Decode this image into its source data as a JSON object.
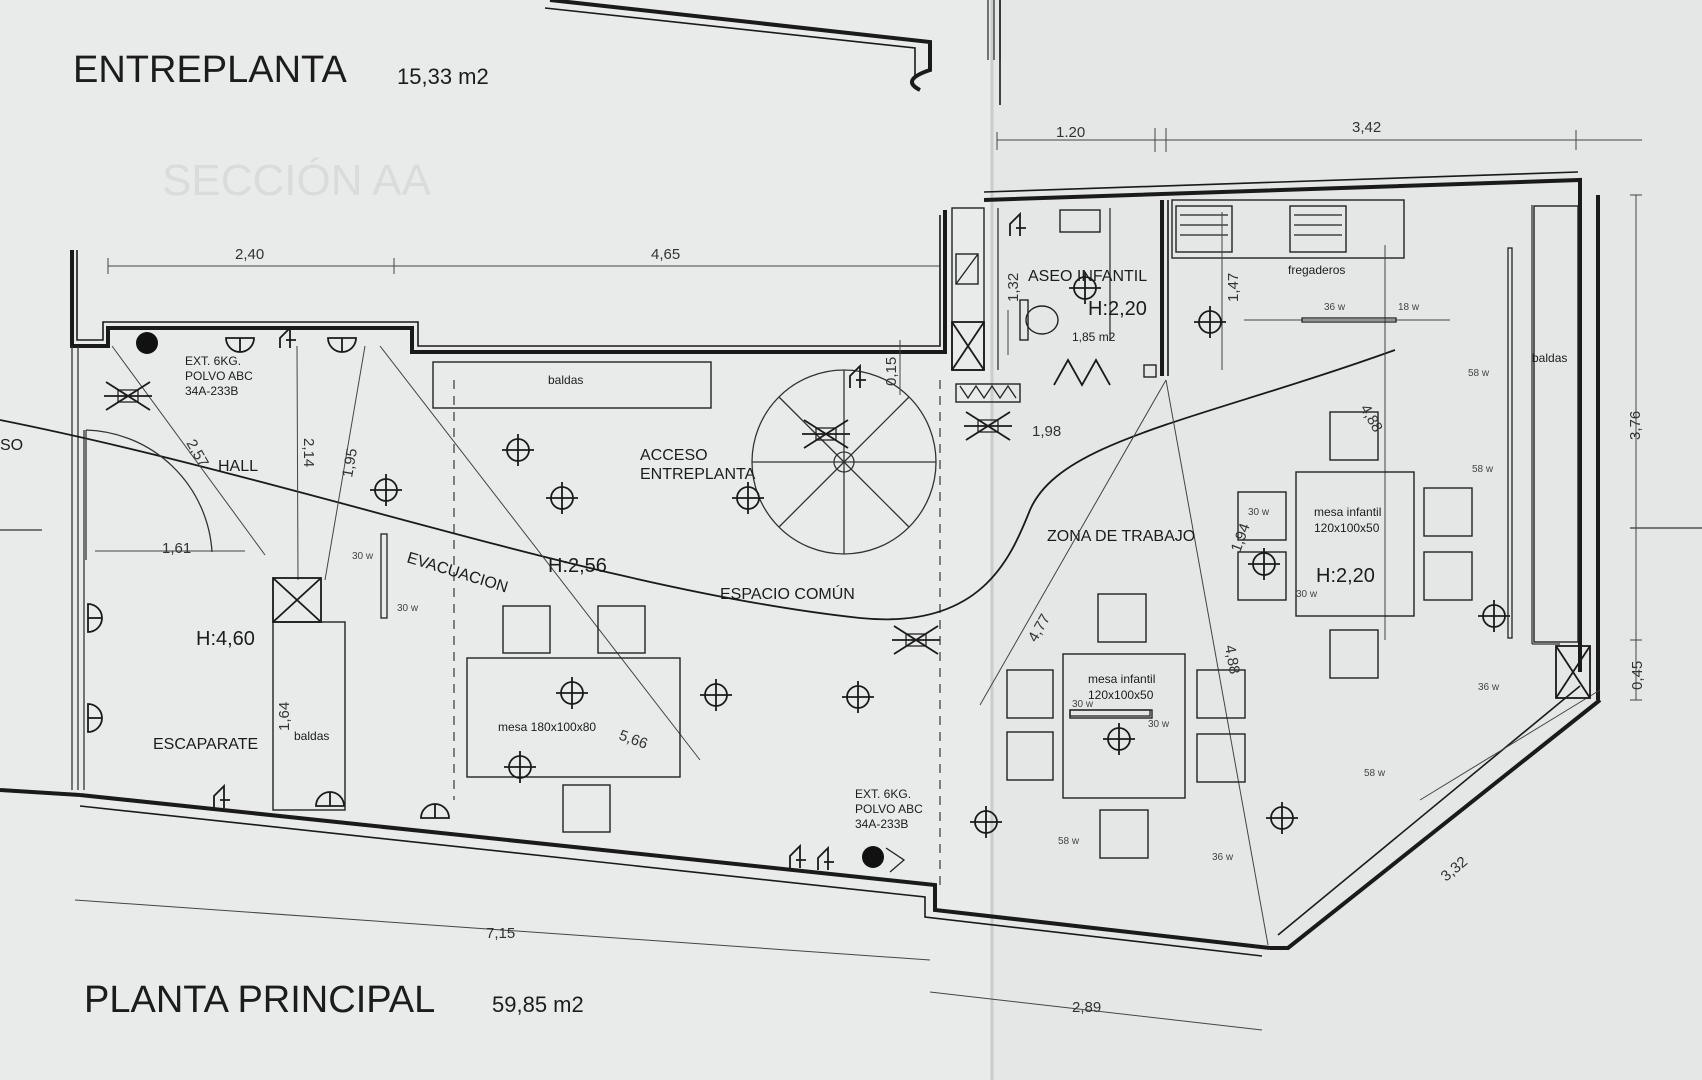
{
  "titles": {
    "upper_title": "ENTREPLANTA",
    "upper_area": "15,33 m2",
    "lower_title": "PLANTA PRINCIPAL",
    "lower_area": "59,85 m2",
    "ghost_title": "SECCIÓN AA"
  },
  "rooms": {
    "hall": "HALL",
    "escaparate": "ESCAPARATE",
    "evacuacion": "EVACUACION",
    "acceso_line1": "ACCESO",
    "acceso_line2": "ENTREPLANTA",
    "espacio_comun": "ESPACIO COMÚN",
    "zona_trabajo": "ZONA DE TRABAJO",
    "aseo": "ASEO INFANTIL",
    "fregaderos": "fregaderos",
    "edge_text": "SO"
  },
  "heights": {
    "hall": "H:4,60",
    "main": "H:2,56",
    "aseo": "H:2,20",
    "zona": "H:2,20"
  },
  "aseo_area": "1,85 m2",
  "furniture": {
    "baldas_top": "baldas",
    "baldas_left": "baldas",
    "baldas_right": "baldas",
    "mesa_large": "mesa 180x100x80",
    "mesa_infantil_1_line1": "mesa infantil",
    "mesa_infantil_1_line2": "120x100x50",
    "mesa_infantil_2_line1": "mesa infantil",
    "mesa_infantil_2_line2": "120x100x50"
  },
  "extinguishers": {
    "a_line1": "EXT. 6KG.",
    "a_line2": "POLVO ABC",
    "a_line3": "34A-233B",
    "b_line1": "EXT. 6KG.",
    "b_line2": "POLVO ABC",
    "b_line3": "34A-233B"
  },
  "dimensions": {
    "d240": "2,40",
    "d465": "4,65",
    "d120": "1.20",
    "d342": "3,42",
    "d257": "2,57",
    "d214": "2,14",
    "d195": "1,95",
    "d161": "1,61",
    "d164": "1,64",
    "d566": "5,66",
    "d015": "0,15",
    "d132": "1,32",
    "d147": "1,47",
    "d198": "1,98",
    "d477": "4,77",
    "d488a": "4,88",
    "d488b": "4,88",
    "d194": "1,94",
    "d376": "3,76",
    "d045": "0,45",
    "d332": "3,32",
    "d715": "7,15",
    "d289": "2,89"
  },
  "lighting": {
    "w30a": "30 w",
    "w30b": "30 w",
    "w30c": "30 w",
    "w30d": "30 w",
    "w30e": "30 w",
    "w30f": "30 w",
    "w36a": "36 w",
    "w36b": "36 w",
    "w36c": "36 w",
    "w18": "18 w",
    "w58a": "58 w",
    "w58b": "58 w",
    "w58c": "58 w",
    "w58d": "58 w"
  }
}
